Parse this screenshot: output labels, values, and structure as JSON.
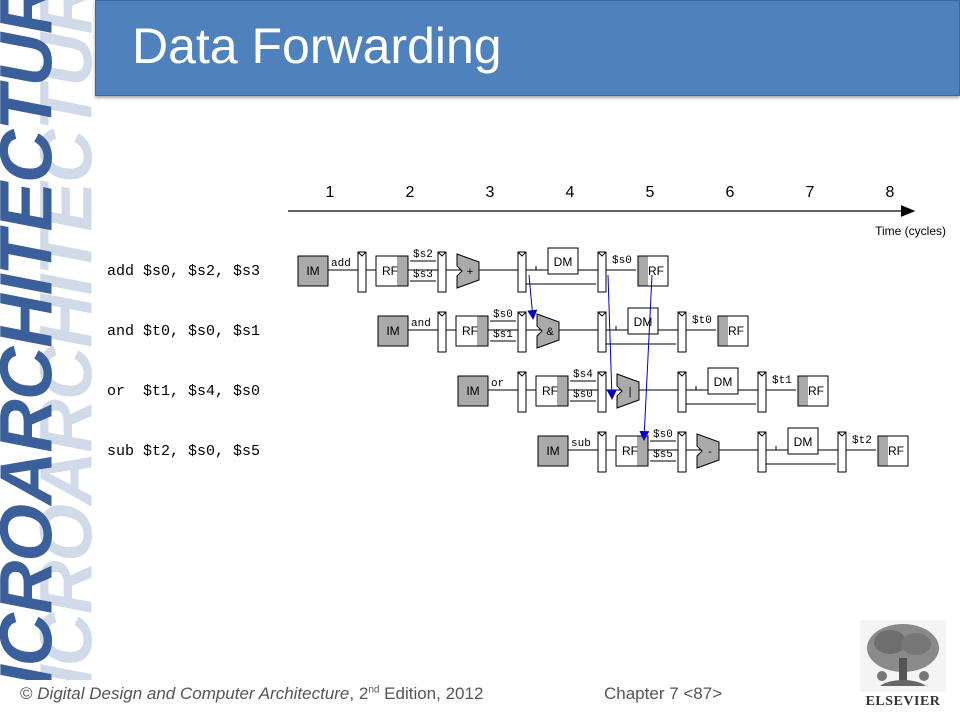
{
  "slide": {
    "side_title": "MICROARCHITECTURE",
    "title": "Data Forwarding"
  },
  "diagram": {
    "cycles": [
      "1",
      "2",
      "3",
      "4",
      "5",
      "6",
      "7",
      "8"
    ],
    "time_label": "Time (cycles)",
    "instructions": [
      {
        "asm": "add $s0, $s2, $s3",
        "op": "add",
        "srcA": "$s2",
        "srcB": "$s3",
        "alu": "+",
        "dest": "$s0"
      },
      {
        "asm": "and $t0, $s0, $s1",
        "op": "and",
        "srcA": "$s0",
        "srcB": "$s1",
        "alu": "&",
        "dest": "$t0"
      },
      {
        "asm": "or  $t1, $s4, $s0",
        "op": "or",
        "srcA": "$s4",
        "srcB": "$s0",
        "alu": "|",
        "dest": "$t1"
      },
      {
        "asm": "sub $t2, $s0, $s5",
        "op": "sub",
        "srcA": "$s0",
        "srcB": "$s5",
        "alu": "-",
        "dest": "$t2"
      }
    ],
    "labels": {
      "im": "IM",
      "rf": "RF",
      "dm": "DM"
    },
    "colors": {
      "forward_arrow": "#0000cc",
      "stage_gray": "#aaaaaa",
      "line": "#000000"
    }
  },
  "footer": {
    "copyright": "©",
    "book": "Digital Design and Computer Architecture",
    "edition_pre": ", 2",
    "edition_sup": "nd",
    "edition_post": " Edition, 2012",
    "chapter": "Chapter 7 <87>",
    "publisher": "ELSEVIER"
  }
}
